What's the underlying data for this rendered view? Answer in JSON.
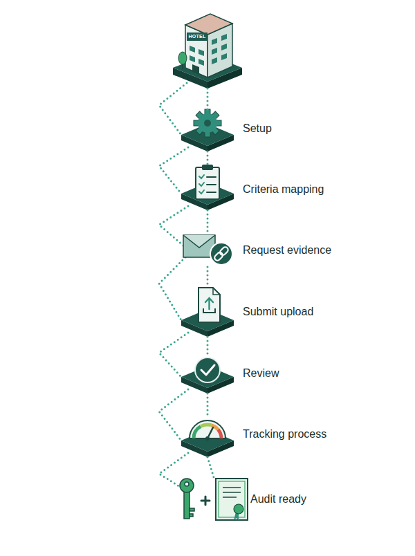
{
  "diagram": {
    "nodes": [
      {
        "text": [
          "HOTEL"
        ]
      },
      {
        "text": [
          "Setup"
        ]
      },
      {
        "text": [
          "Criteria mapping"
        ]
      },
      {
        "text": [
          "Request evidence"
        ]
      },
      {
        "text": [
          "Submit upload"
        ]
      },
      {
        "text": [
          "Review"
        ]
      },
      {
        "text": [
          "Tracking process"
        ]
      },
      {
        "text": [
          "Audit ready"
        ]
      }
    ],
    "edges": [
      {
        "from": 0,
        "to": 1,
        "arrow": "none"
      },
      {
        "from": 1,
        "to": 2,
        "arrow": "none"
      },
      {
        "from": 2,
        "to": 3,
        "arrow": "none"
      },
      {
        "from": 3,
        "to": 4,
        "arrow": "none"
      },
      {
        "from": 4,
        "to": 5,
        "arrow": "none"
      },
      {
        "from": 5,
        "to": 6,
        "arrow": "none"
      },
      {
        "from": 6,
        "to": 7,
        "arrow": "none"
      }
    ]
  }
}
